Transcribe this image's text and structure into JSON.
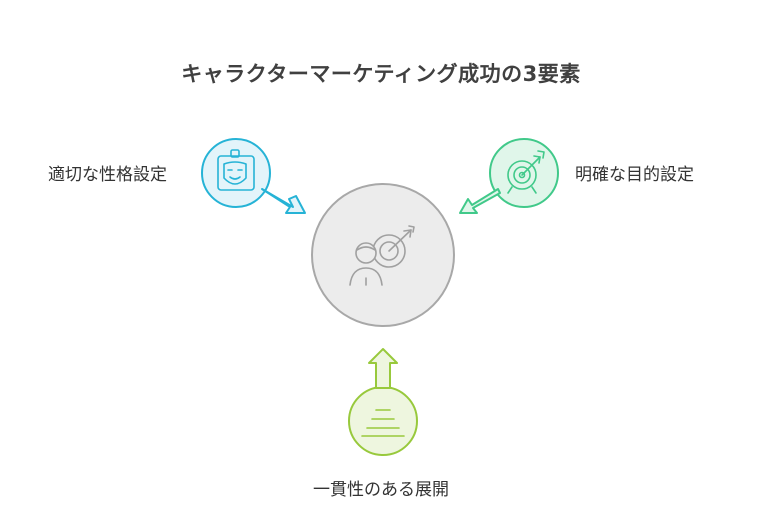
{
  "title": "キャラクターマーケティング成功の3要素",
  "center": {
    "icon": "character-target-icon",
    "color": "#a8a8a8",
    "fill": "#ececec"
  },
  "elements": [
    {
      "label": "適切な性格設定",
      "icon": "character-card-icon",
      "color": "#26b3d6",
      "fill": "#e3f4fa"
    },
    {
      "label": "明確な目的設定",
      "icon": "target-icon",
      "color": "#41c98a",
      "fill": "#e0f6ea"
    },
    {
      "label": "一貫性のある展開",
      "icon": "consistency-lines-icon",
      "color": "#98c93c",
      "fill": "#eef6df"
    }
  ]
}
